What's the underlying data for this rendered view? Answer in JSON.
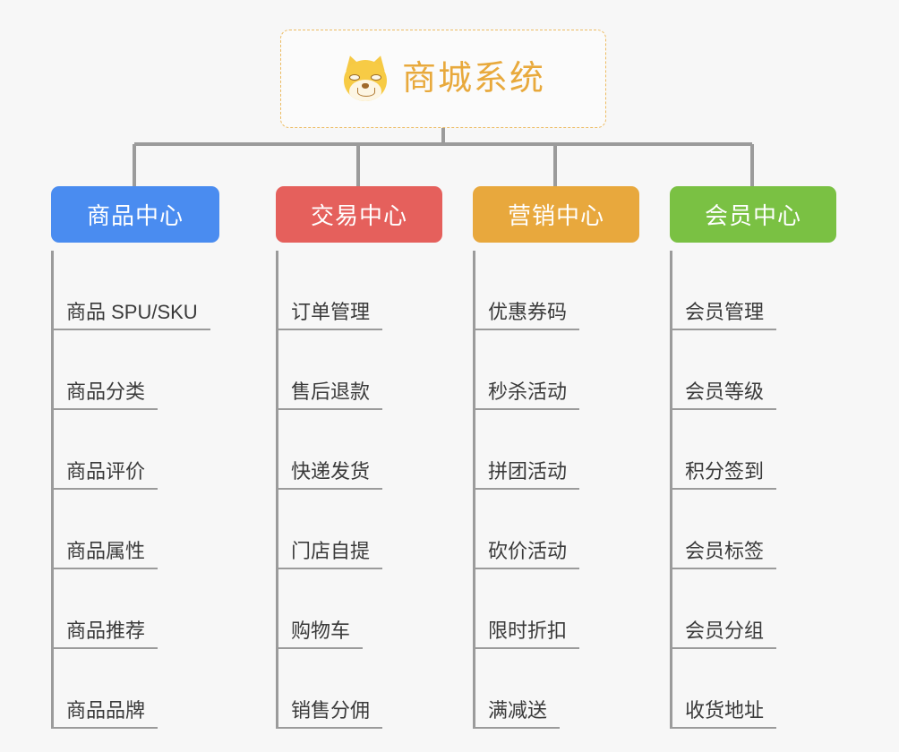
{
  "diagram": {
    "title": "商城系统",
    "root_icon": "shiba-dog-face-icon",
    "background_color": "#f7f7f7",
    "connector_color": "#9b9b9b",
    "root": {
      "label": "商城系统",
      "text_color": "#e8a93c",
      "border_color": "#edbc63",
      "border_style": "dashed"
    },
    "branches": [
      {
        "label": "商品中心",
        "color": "#4a8cf0",
        "items": [
          "商品 SPU/SKU",
          "商品分类",
          "商品评价",
          "商品属性",
          "商品推荐",
          "商品品牌"
        ]
      },
      {
        "label": "交易中心",
        "color": "#e5605c",
        "items": [
          "订单管理",
          "售后退款",
          "快递发货",
          "门店自提",
          "购物车",
          "销售分佣"
        ]
      },
      {
        "label": "营销中心",
        "color": "#e8a83d",
        "items": [
          "优惠券码",
          "秒杀活动",
          "拼团活动",
          "砍价活动",
          "限时折扣",
          "满减送"
        ]
      },
      {
        "label": "会员中心",
        "color": "#7ac143",
        "items": [
          "会员管理",
          "会员等级",
          "积分签到",
          "会员标签",
          "会员分组",
          "收货地址"
        ]
      }
    ]
  }
}
